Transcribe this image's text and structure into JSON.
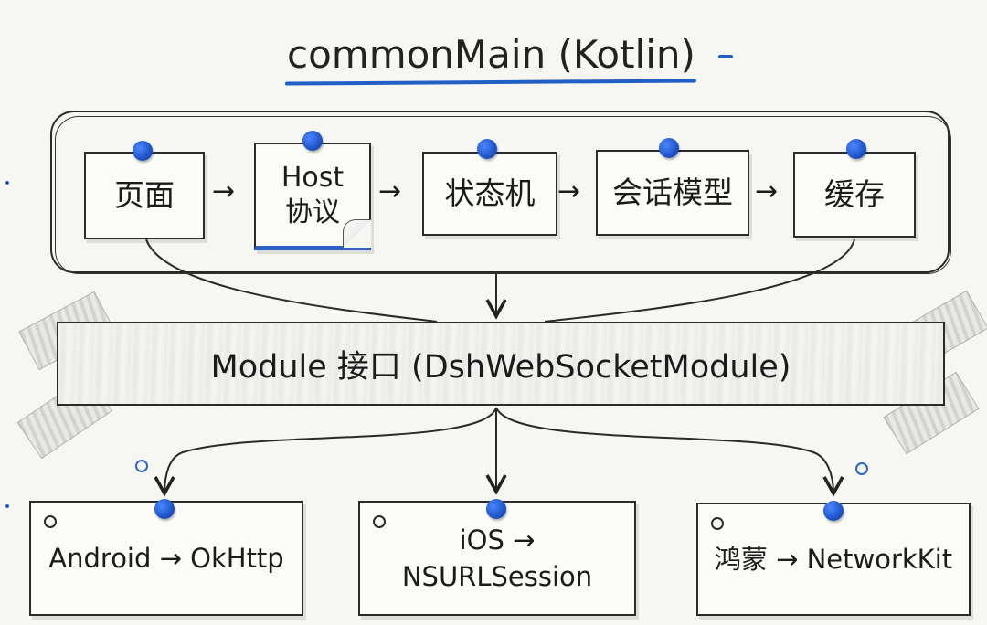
{
  "title": "commonMain (Kotlin)",
  "pipeline": {
    "nodes": [
      {
        "label": "页面"
      },
      {
        "label": "Host\n协议"
      },
      {
        "label": "状态机"
      },
      {
        "label": "会话模型"
      },
      {
        "label": "缓存"
      }
    ],
    "arrow_glyph": "→"
  },
  "module": {
    "label": "Module 接口 (DshWebSocketModule)"
  },
  "platforms": [
    {
      "label": "Android → OkHttp"
    },
    {
      "label": "iOS → NSURLSession"
    },
    {
      "label": "鸿蒙 → NetworkKit"
    }
  ],
  "colors": {
    "accent_blue": "#1f5fc6",
    "ink": "#1c1c1c",
    "paper": "#f6f6f3"
  }
}
